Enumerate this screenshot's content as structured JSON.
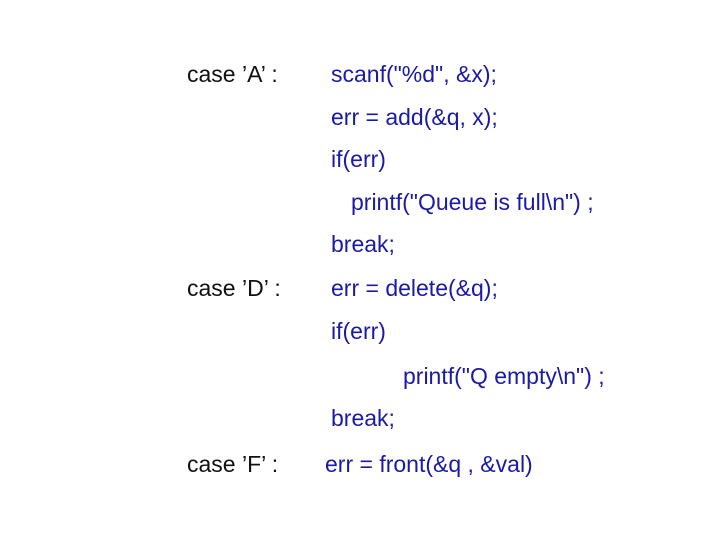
{
  "colors": {
    "case_label": "#111111",
    "code_text": "#1a1aa6",
    "background": "#ffffff"
  },
  "slide": {
    "case_labels": [
      "case ’A’ :",
      "case ’D’ :",
      "case ’F’ :"
    ],
    "code_lines": [
      "scanf(\"%d\", &x);",
      "err = add(&q, x);",
      "if(err)",
      "printf(\"Queue is full\\n\") ;",
      "break;",
      "err = delete(&q);",
      "if(err)",
      "printf(\"Q empty\\n\") ;",
      "break;",
      "err = front(&q , &val)"
    ]
  }
}
